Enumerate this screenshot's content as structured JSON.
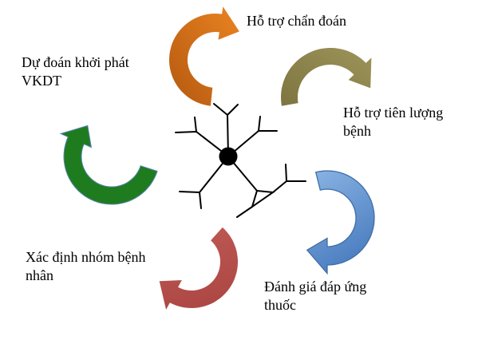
{
  "page": {
    "background": "#ffffff",
    "text_color": "#000000"
  },
  "diagram": {
    "type": "radial-cycle-diagram",
    "center_icon": "molecule-dendrimer-icon",
    "items": [
      {
        "id": "chan-doan",
        "label": "Hỗ trợ chẩn đoán",
        "lines": [
          "Hỗ trợ chẩn đoán"
        ],
        "arrow_color": "#b4590f",
        "arrow_color2": "#ea8322"
      },
      {
        "id": "tien-luong",
        "label": "Hỗ trợ tiên lượng bệnh",
        "lines": [
          "Hỗ trợ tiên lượng",
          "bệnh"
        ],
        "arrow_color": "#7d7440",
        "arrow_color2": "#9c9459"
      },
      {
        "id": "dap-ung-thuoc",
        "label": "Đánh giá đáp ứng thuốc",
        "lines": [
          "Đánh giá đáp ứng",
          "thuốc"
        ],
        "arrow_color": "#8ab4e4",
        "arrow_color2": "#4c7ec0",
        "arrow_stroke": "#3f6ea8"
      },
      {
        "id": "nhom-benh-nhan",
        "label": "Xác định nhóm bệnh nhân",
        "lines": [
          "Xác định nhóm bệnh",
          "nhân"
        ],
        "arrow_color": "#c05a55",
        "arrow_color2": "#ae4845"
      },
      {
        "id": "khoi-phat",
        "label": "Dự đoán khởi phát VKDT",
        "lines": [
          "Dự đoán khởi phát",
          "VKDT"
        ],
        "arrow_color": "#1e7c1e",
        "arrow_color2": "#1e7c1e",
        "arrow_stroke": "#5b84b5"
      }
    ]
  }
}
